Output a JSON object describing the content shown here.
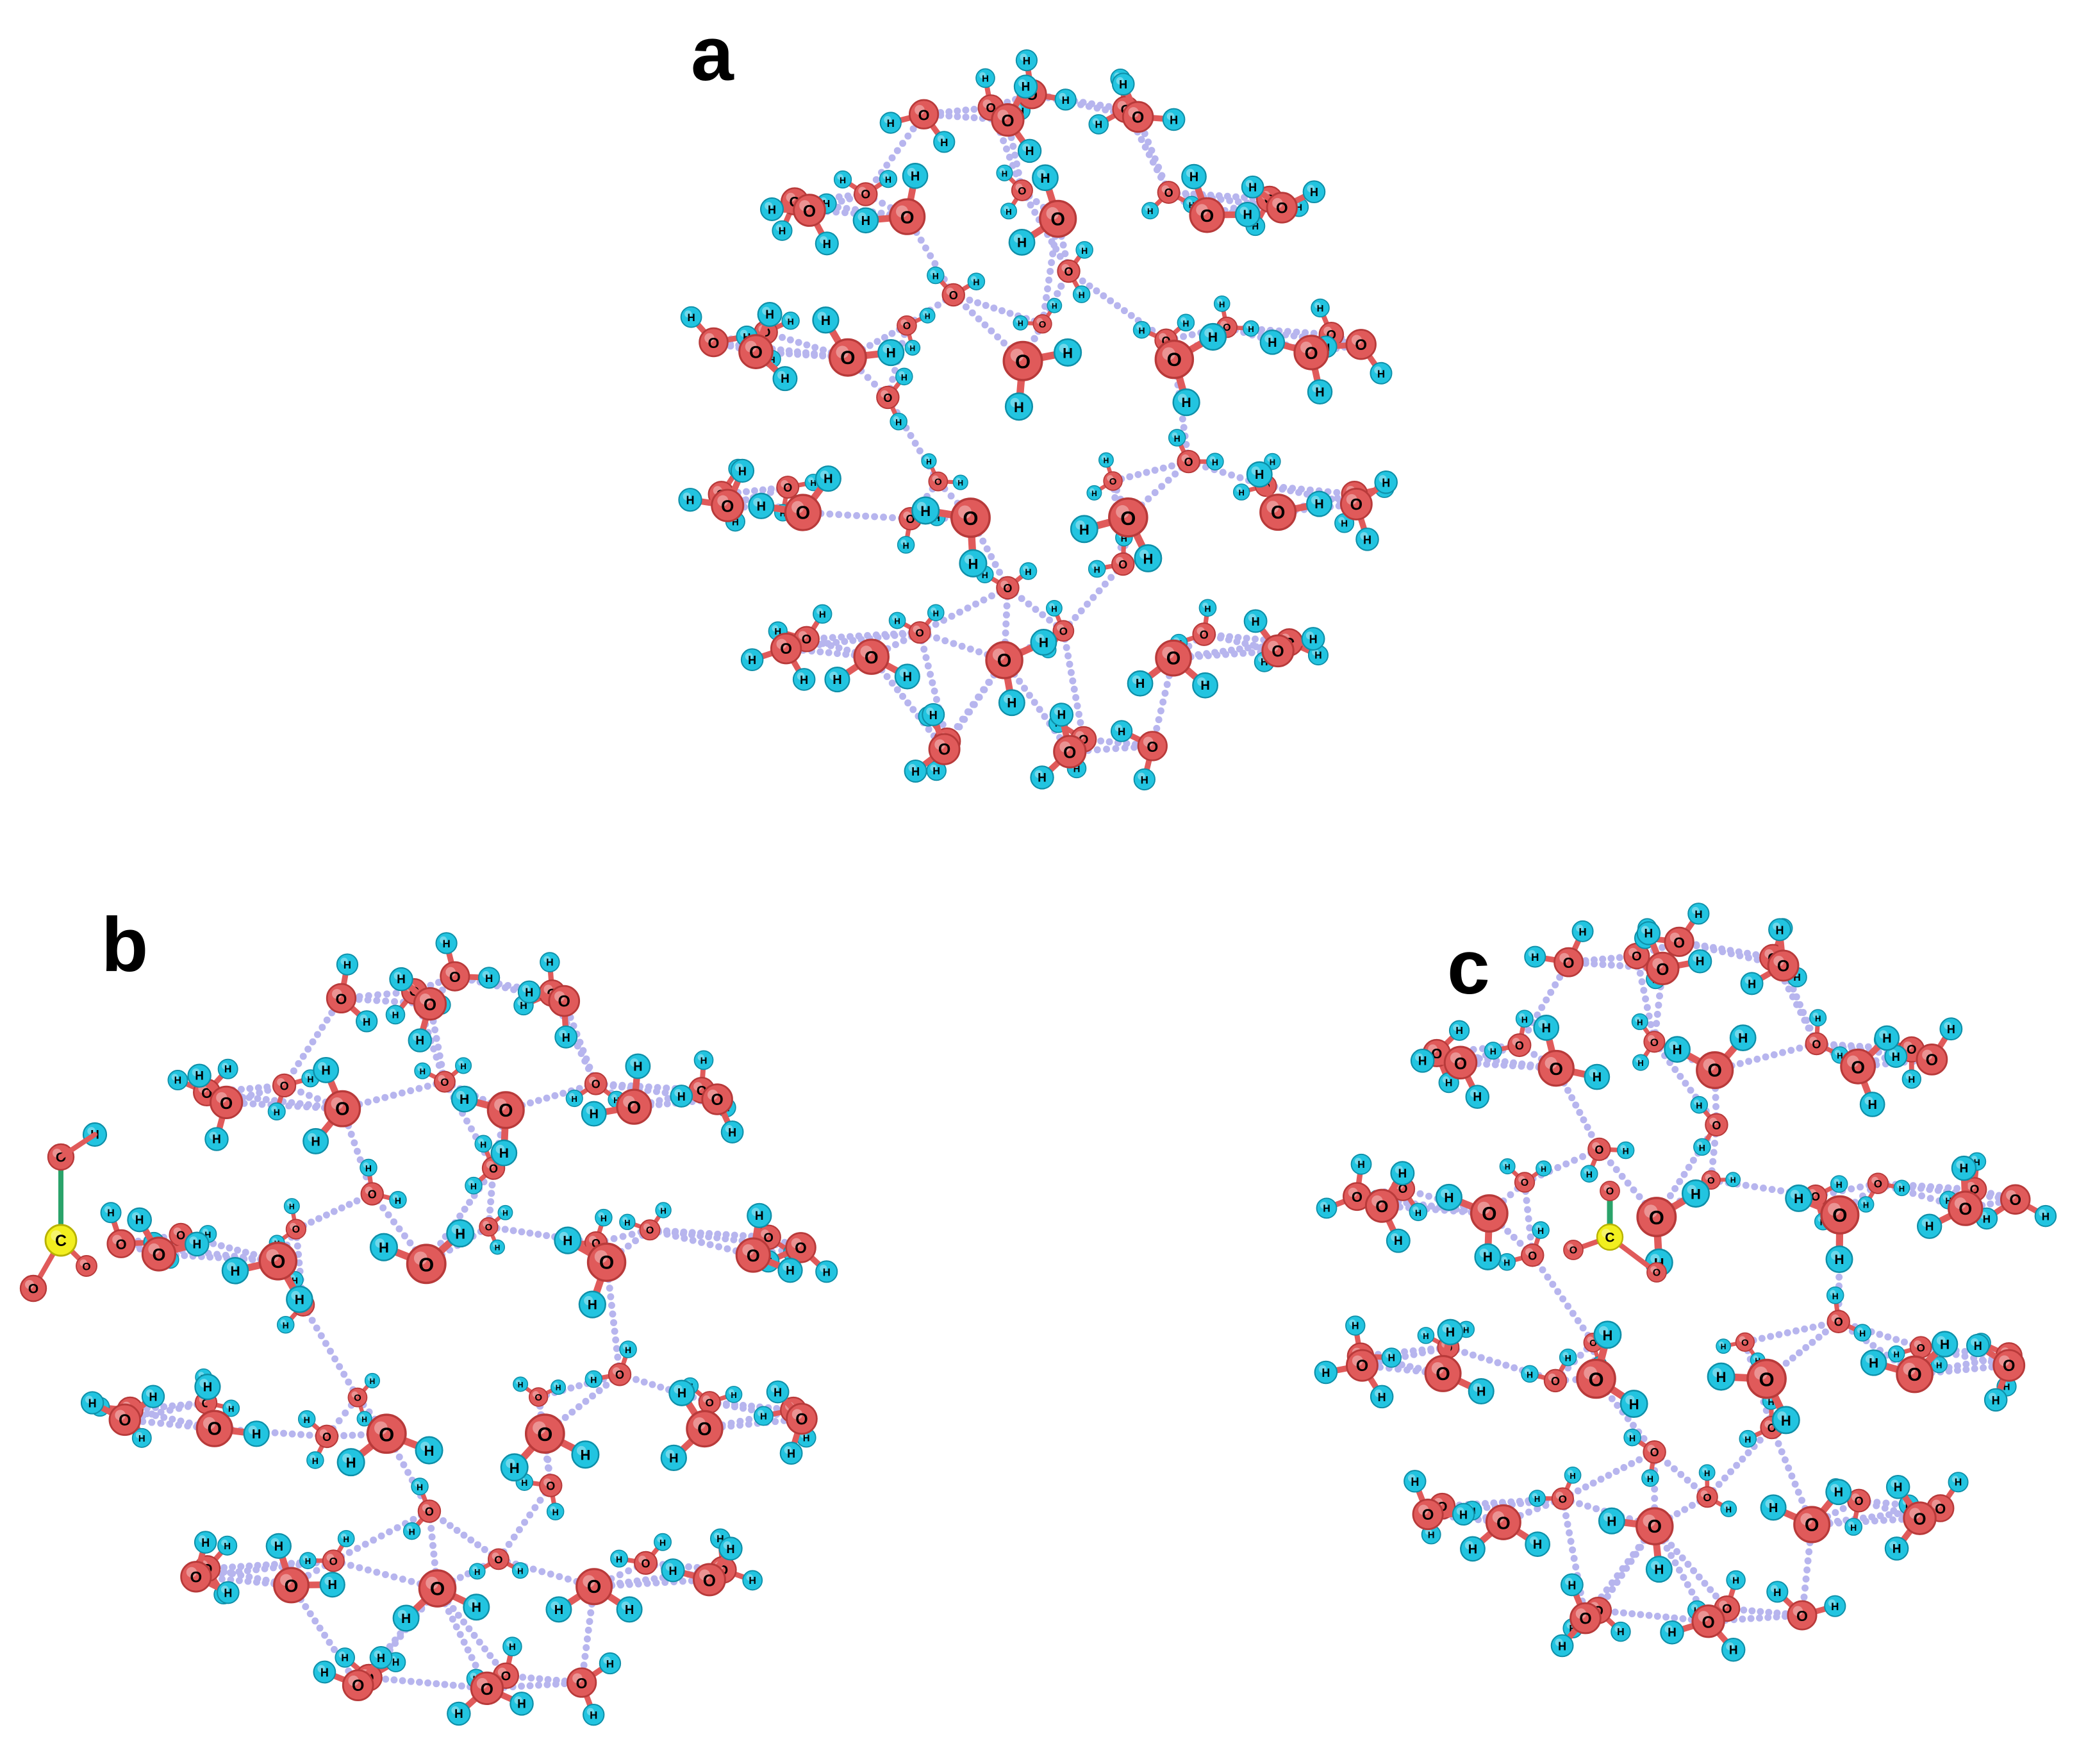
{
  "figure": {
    "panels": [
      {
        "id": "a",
        "letter": "a",
        "structure": "water-cage",
        "guest": null
      },
      {
        "id": "b",
        "letter": "b",
        "structure": "water-cage",
        "guest": "CO2 outside cage"
      },
      {
        "id": "c",
        "letter": "c",
        "structure": "water-cage",
        "guest": "CO2 inside cage"
      }
    ],
    "atom_labels": {
      "oxygen": "O",
      "hydrogen": "H",
      "carbon": "C"
    },
    "colors": {
      "oxygen": "#e05a5a",
      "oxygen_dark": "#b83a3a",
      "hydrogen": "#22c4e0",
      "hydrogen_dark": "#0e8fa8",
      "carbon": "#f2ef1f",
      "carbon_dark": "#b8b200",
      "hbond": "#b7b5ee",
      "co_bond": "#2aa36a",
      "background": "#ffffff"
    }
  }
}
